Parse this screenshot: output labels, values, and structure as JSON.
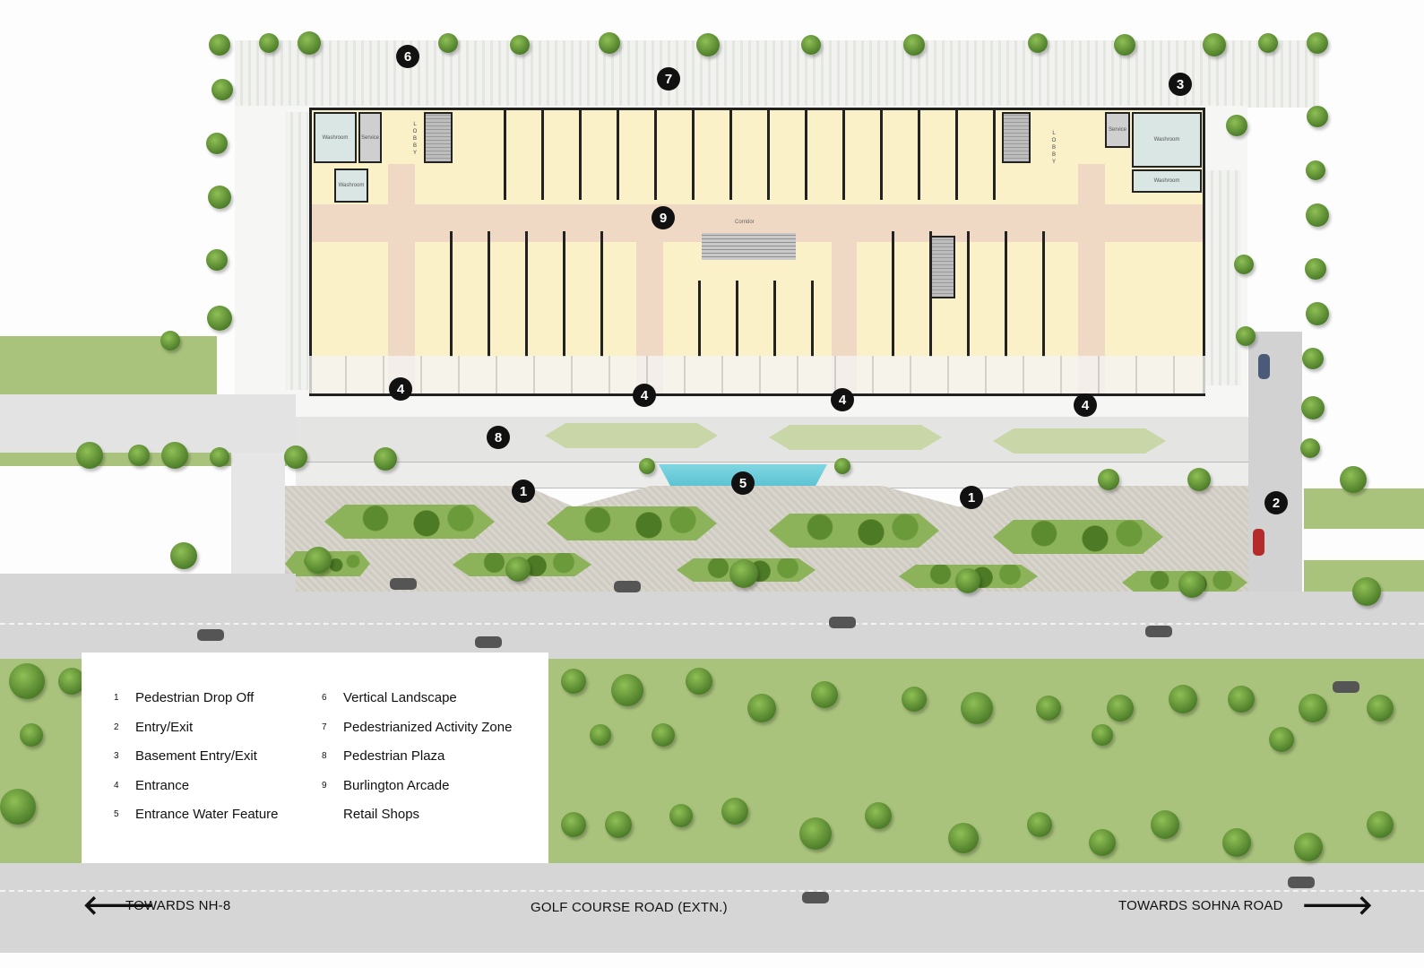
{
  "plan": {
    "room_labels": {
      "washroom": "Washroom",
      "service": "Service",
      "lobby": "LOBBY",
      "corridor": "Corridor"
    },
    "markers": [
      {
        "number": "6"
      },
      {
        "number": "7"
      },
      {
        "number": "3"
      },
      {
        "number": "9"
      },
      {
        "number": "4"
      },
      {
        "number": "4"
      },
      {
        "number": "4"
      },
      {
        "number": "4"
      },
      {
        "number": "8"
      },
      {
        "number": "5"
      },
      {
        "number": "1"
      },
      {
        "number": "1"
      },
      {
        "number": "2"
      }
    ]
  },
  "legend": {
    "items": [
      {
        "number": "1",
        "label": "Pedestrian Drop Off"
      },
      {
        "number": "2",
        "label": "Entry/Exit"
      },
      {
        "number": "3",
        "label": "Basement Entry/Exit"
      },
      {
        "number": "4",
        "label": "Entrance"
      },
      {
        "number": "5",
        "label": "Entrance Water Feature"
      },
      {
        "number": "6",
        "label": "Vertical Landscape"
      },
      {
        "number": "7",
        "label": "Pedestrianized Activity Zone"
      },
      {
        "number": "8",
        "label": "Pedestrian Plaza"
      },
      {
        "number": "9",
        "label": "Burlington Arcade"
      },
      {
        "number": "",
        "label": "Retail Shops"
      }
    ]
  },
  "directions": {
    "left": "TOWARDS NH-8",
    "center": "GOLF COURSE ROAD (EXTN.)",
    "right": "TOWARDS SOHNA ROAD",
    "left_arrow": "🡐",
    "right_arrow": "🡒"
  },
  "colors": {
    "building": "#fbf1c8",
    "corridor": "#efd8c4",
    "lawn": "#a9c37c",
    "road": "#d6d6d6",
    "water": "#5cc6d6",
    "marker": "#111111"
  }
}
